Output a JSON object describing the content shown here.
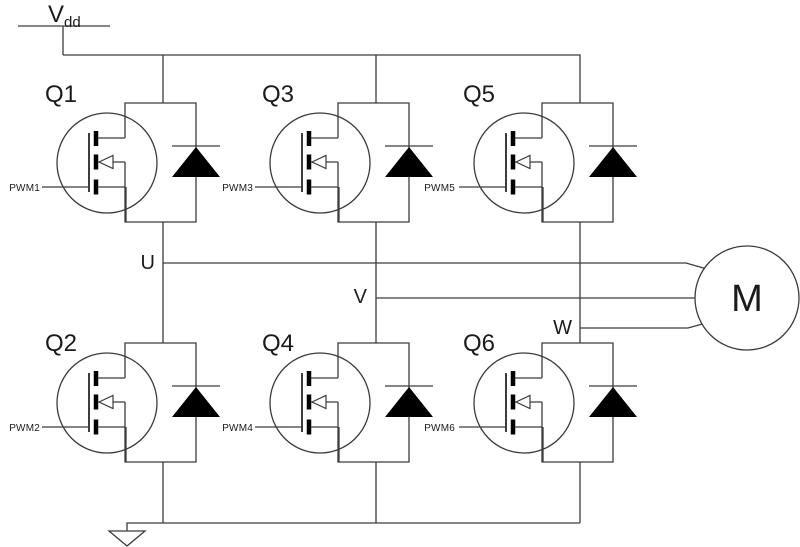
{
  "labels": {
    "vdd_main": "V",
    "vdd_sub": "dd",
    "motor": "M"
  },
  "phases": [
    {
      "name": "U"
    },
    {
      "name": "V"
    },
    {
      "name": "W"
    }
  ],
  "transistors": [
    {
      "id": "Q1",
      "pwm": "PWM1"
    },
    {
      "id": "Q2",
      "pwm": "PWM2"
    },
    {
      "id": "Q3",
      "pwm": "PWM3"
    },
    {
      "id": "Q4",
      "pwm": "PWM4"
    },
    {
      "id": "Q5",
      "pwm": "PWM5"
    },
    {
      "id": "Q6",
      "pwm": "PWM6"
    }
  ],
  "colors": {
    "background": "#ffffff",
    "line": "#3c3c3c",
    "ink": "#000000",
    "text": "#1b1b1b"
  }
}
